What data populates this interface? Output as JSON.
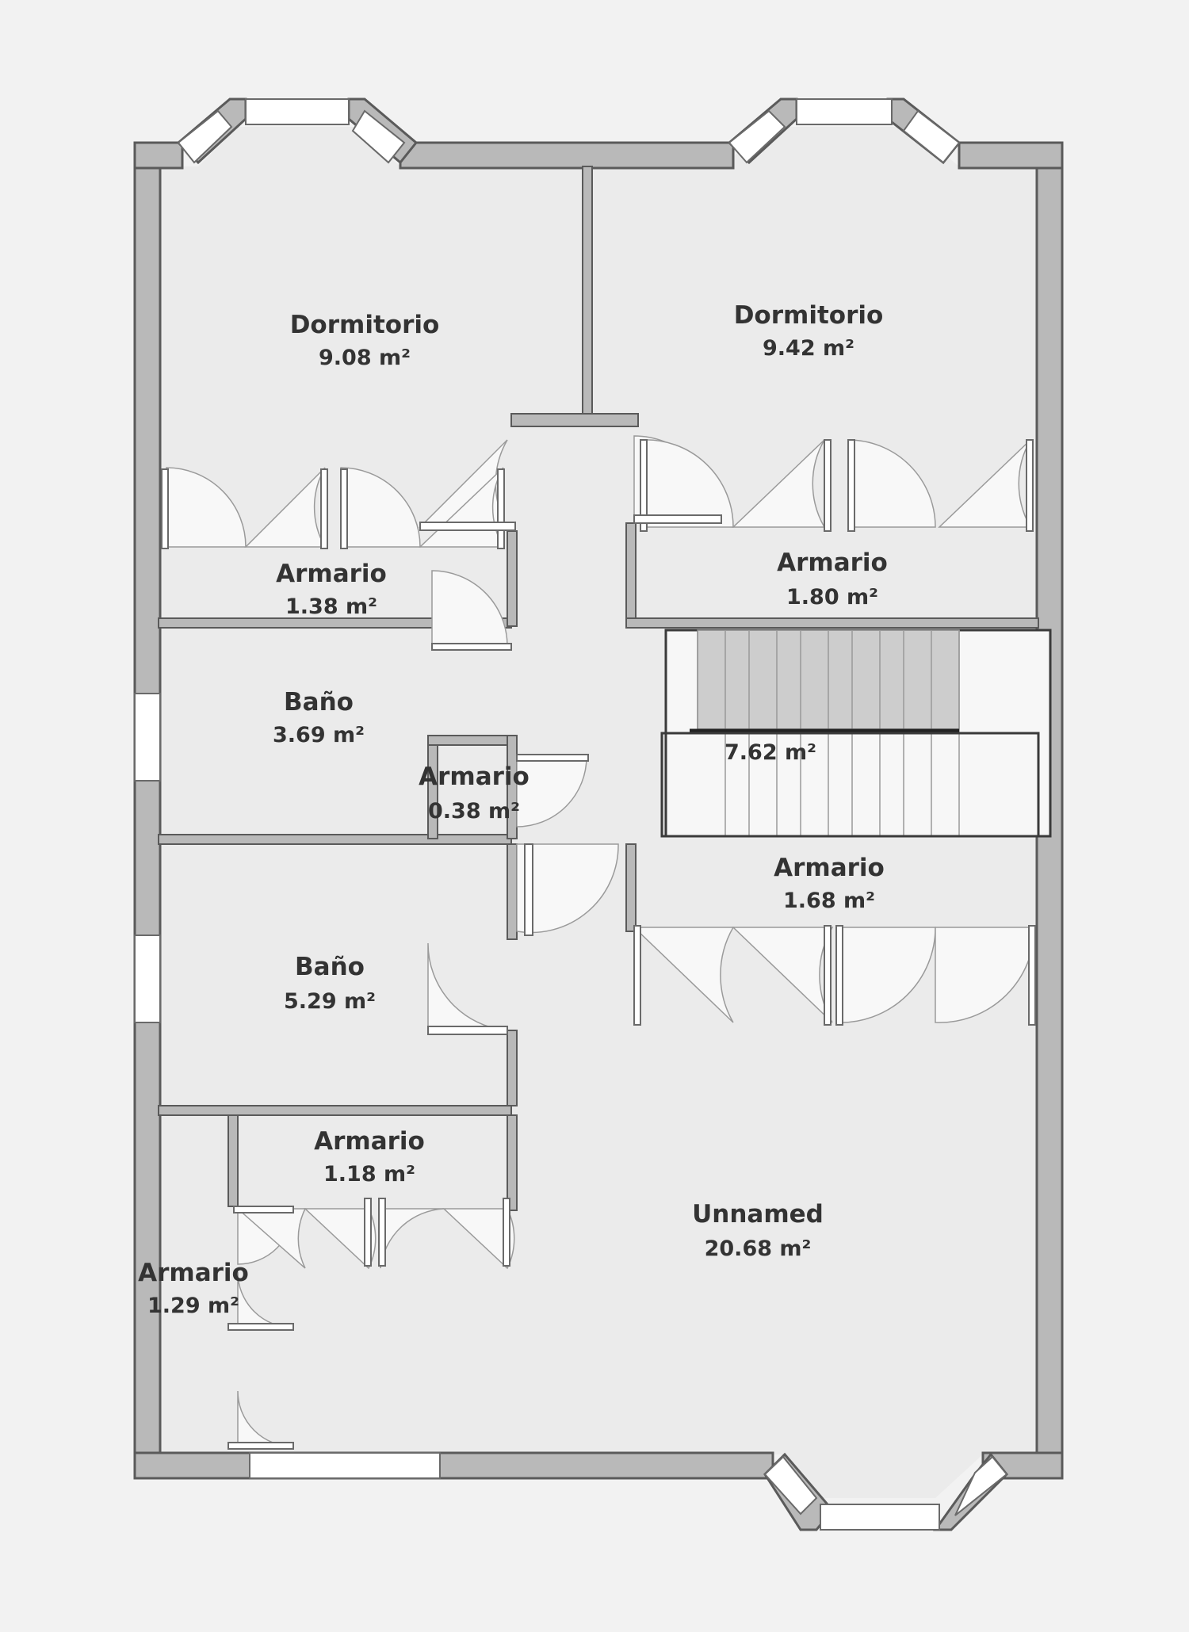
{
  "colors": {
    "background": "#f2f2f2",
    "floor": "#ebebeb",
    "wall": "#b9b9b9",
    "wall_outline": "#5a5a5a",
    "window": "#ffffff",
    "door": "#ffffff",
    "stair_dark": "#cdcdcd",
    "stair_light": "#f7f7f7",
    "text": "#333333"
  },
  "rooms": [
    {
      "id": "dormitorio-1",
      "name": "Dormitorio",
      "area": "9.08 m²"
    },
    {
      "id": "dormitorio-2",
      "name": "Dormitorio",
      "area": "9.42 m²"
    },
    {
      "id": "armario-1",
      "name": "Armario",
      "area": "1.38 m²"
    },
    {
      "id": "armario-2",
      "name": "Armario",
      "area": "1.80 m²"
    },
    {
      "id": "bano-1",
      "name": "Baño",
      "area": "3.69 m²"
    },
    {
      "id": "armario-3",
      "name": "Armario",
      "area": "0.38 m²"
    },
    {
      "id": "stairs",
      "name": "",
      "area": "7.62 m²"
    },
    {
      "id": "armario-4",
      "name": "Armario",
      "area": "1.68 m²"
    },
    {
      "id": "bano-2",
      "name": "Baño",
      "area": "5.29 m²"
    },
    {
      "id": "armario-5",
      "name": "Armario",
      "area": "1.18 m²"
    },
    {
      "id": "unnamed",
      "name": "Unnamed",
      "area": "20.68 m²"
    },
    {
      "id": "armario-6",
      "name": "Armario",
      "area": "1.29 m²"
    }
  ]
}
